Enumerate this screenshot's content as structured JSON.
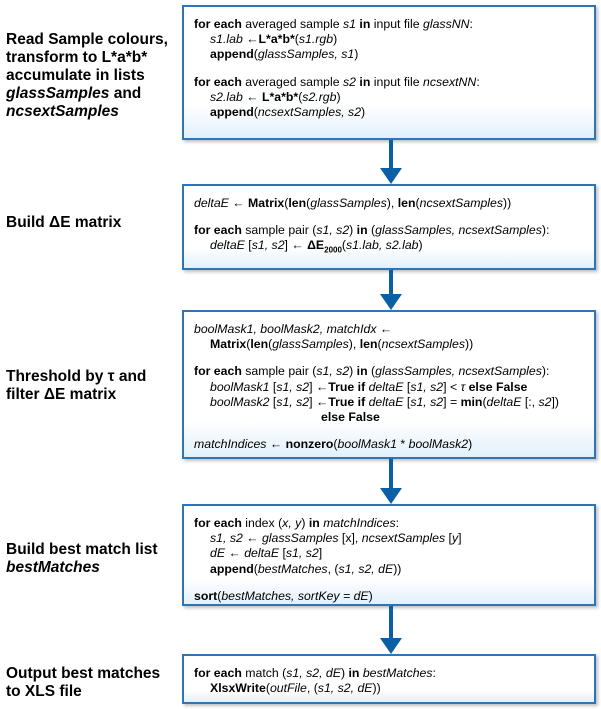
{
  "steps": [
    {
      "label_lines": [
        "Read Sample colours,",
        "transform to L*a*b*",
        "accumulate in lists"
      ],
      "label_italic_1": "glassSamples",
      "label_and": " and",
      "label_italic_2": "ncsextSamples",
      "code": {
        "l1": [
          "for each",
          " averaged sample ",
          "s1",
          " in",
          " input file ",
          "glassNN",
          ":"
        ],
        "l2": [
          "s1.lab",
          " ←",
          "L*a*b*",
          "(",
          "s1.rgb",
          ")"
        ],
        "l3": [
          "append",
          "(",
          "glassSamples, s1",
          ")"
        ],
        "l4": [
          "for each",
          " averaged sample ",
          "s2",
          " in",
          " input file ",
          "ncsextNN",
          ":"
        ],
        "l5": [
          "s2.lab",
          " ← ",
          "L*a*b*",
          "(",
          "s2.rgb",
          ")"
        ],
        "l6": [
          "append",
          "(",
          "ncsextSamples, s2",
          ")"
        ]
      }
    },
    {
      "label": "Build ΔE matrix",
      "code": {
        "l1": [
          "deltaE",
          " ← ",
          "Matrix",
          "(",
          "len",
          "(",
          "glassSamples",
          "), ",
          "len",
          "(",
          "ncsextSamples",
          "))"
        ],
        "l2": [
          "for each",
          " sample pair (",
          "s1, s2",
          ") ",
          "in",
          " (",
          "glassSamples, ncsextSamples",
          "):"
        ],
        "l3": [
          "deltaE",
          " [",
          "s1, s2",
          "] ← ",
          "ΔE",
          "2000",
          "(",
          "s1.lab, s2.lab",
          ")"
        ]
      }
    },
    {
      "label_lines": [
        "Threshold by τ and",
        "filter ΔE matrix"
      ],
      "code": {
        "l1": [
          "boolMask1, boolMask2, matchIdx",
          " ←"
        ],
        "l2": [
          "Matrix",
          "(",
          "len",
          "(",
          "glassSamples",
          "), ",
          "len",
          "(",
          "ncsextSamples",
          "))"
        ],
        "l3": [
          "for each",
          " sample pair (",
          "s1, s2",
          ") ",
          "in",
          " (",
          "glassSamples, ncsextSamples",
          "):"
        ],
        "l4": [
          "boolMask1",
          " [",
          "s1, s2",
          "] ←",
          "True if",
          " ",
          "deltaE",
          " [",
          "s1, s2",
          "] < ",
          "τ",
          " ",
          "else False"
        ],
        "l5": [
          "boolMask2",
          " [",
          "s1, s2",
          "] ←",
          "True if",
          " ",
          "deltaE",
          " [",
          "s1, s2",
          "] = ",
          "min",
          "(",
          "deltaE",
          " [:, ",
          "s2",
          "])"
        ],
        "l6": [
          "else False"
        ],
        "l7": [
          "matchIndices",
          " ← ",
          "nonzero",
          "(",
          "boolMask1",
          " * ",
          "boolMask2",
          ")"
        ]
      }
    },
    {
      "label_lines": [
        "Build best match list"
      ],
      "label_italic": "bestMatches",
      "code": {
        "l1": [
          "for each",
          " index (",
          "x, y",
          ") ",
          "in",
          " ",
          "matchIndices",
          ":"
        ],
        "l2": [
          "s1, s2",
          " ← ",
          "glassSamples",
          " [x], ",
          "ncsextSamples",
          " [",
          "y",
          "]"
        ],
        "l3": [
          "dE",
          " ← ",
          "deltaE",
          " [",
          "s1, s2",
          "]"
        ],
        "l4": [
          "append",
          "(",
          "bestMatches",
          ", (",
          "s1, s2, dE",
          "))"
        ],
        "l5": [
          "sort",
          "(",
          "bestMatches, sortKey = dE",
          ")"
        ]
      }
    },
    {
      "label_lines": [
        "Output best matches",
        "to XLS file"
      ],
      "code": {
        "l1": [
          "for each",
          " match (",
          "s1, s2, dE",
          ") ",
          "in",
          " ",
          "bestMatches",
          ":"
        ],
        "l2": [
          "XlsxWrite",
          "(",
          "outFile",
          ", (",
          "s1, s2, dE",
          "))"
        ]
      }
    }
  ]
}
